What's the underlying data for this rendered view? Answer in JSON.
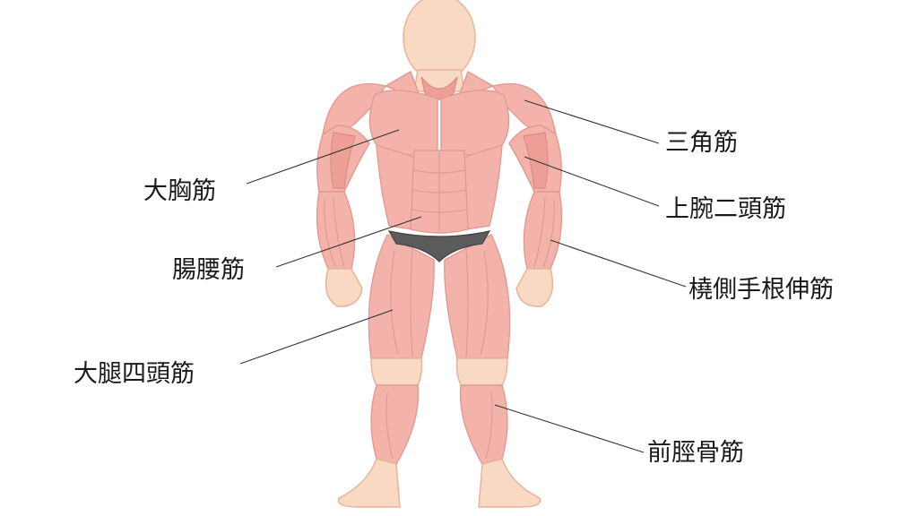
{
  "labels": {
    "deltoid": "三角筋",
    "pectoralis_major": "大胸筋",
    "biceps": "上腕二頭筋",
    "iliopsoas": "腸腰筋",
    "brachioradialis": "橈側手根伸筋",
    "quadriceps": "大腿四頭筋",
    "tibialis_anterior": "前脛骨筋"
  },
  "colors": {
    "skin": "#f9d9c3",
    "muscle": "#f3b3ab",
    "brief": "#5b5b5b",
    "leader_line": "#333333"
  }
}
